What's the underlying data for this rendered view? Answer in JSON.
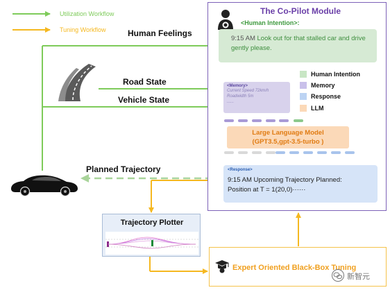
{
  "legend": {
    "utilization": "Utilization Workflow",
    "tuning": "Tuning Workflow"
  },
  "inputs": {
    "human_feelings": "Human Feelings",
    "road_state": "Road State",
    "vehicle_state": "Vehicle State"
  },
  "planned_trajectory": "Planned Trajectory",
  "copilot": {
    "title": "The Co-Pilot Module",
    "human_intention_title": "<Human Intention>:",
    "human_intention": {
      "time": "9:15 AM",
      "text": " Look out for that stalled car and drive gently please."
    },
    "memory": {
      "title": "<Memory>",
      "lines": [
        "Current Speed 72km/h",
        "Roadwidth 5m",
        "......"
      ]
    },
    "key": [
      {
        "label": "Human Intention",
        "color": "#c8e6c4"
      },
      {
        "label": "Memory",
        "color": "#c9c0ea"
      },
      {
        "label": "Response",
        "color": "#bcd3f3"
      },
      {
        "label": "LLM",
        "color": "#fbd9b8"
      }
    ],
    "llm": {
      "title": "Large Language Model",
      "subtitle": "(GPT3.5,gpt-3.5-turbo )"
    },
    "response": {
      "title": "<Response>",
      "line1": "9:15 AM Upcoming Trajectory Planned:",
      "line2": "Position at T = 1(20,0)······"
    }
  },
  "plotter": {
    "title": "Trajectory Plotter"
  },
  "expert": {
    "label": "Expert Oriented Black-Box Tuning"
  },
  "watermark": {
    "text": "新智元"
  },
  "colors": {
    "utilization": "#7ecb5a",
    "tuning": "#f5b820",
    "copilot_border": "#7d61b8",
    "llm_text": "#e07b12"
  }
}
